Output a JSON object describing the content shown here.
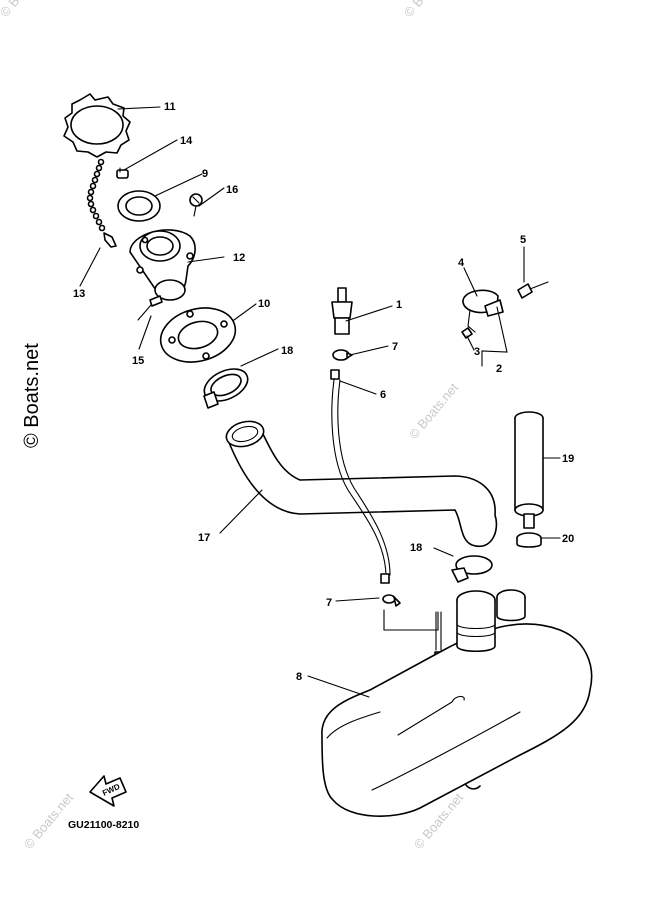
{
  "diagram_code": "GU21100-8210",
  "fwd_label": "FWD",
  "watermark": {
    "main": "© Boats.net",
    "faint": "© Boats.net"
  },
  "callouts": [
    {
      "id": "c1",
      "label": "1"
    },
    {
      "id": "c2",
      "label": "2"
    },
    {
      "id": "c3",
      "label": "3"
    },
    {
      "id": "c4",
      "label": "4"
    },
    {
      "id": "c5",
      "label": "5"
    },
    {
      "id": "c6",
      "label": "6"
    },
    {
      "id": "c7a",
      "label": "7"
    },
    {
      "id": "c7b",
      "label": "7"
    },
    {
      "id": "c8",
      "label": "8"
    },
    {
      "id": "c9",
      "label": "9"
    },
    {
      "id": "c10",
      "label": "10"
    },
    {
      "id": "c11",
      "label": "11"
    },
    {
      "id": "c12",
      "label": "12"
    },
    {
      "id": "c13",
      "label": "13"
    },
    {
      "id": "c14",
      "label": "14"
    },
    {
      "id": "c15",
      "label": "15"
    },
    {
      "id": "c16",
      "label": "16"
    },
    {
      "id": "c17",
      "label": "17"
    },
    {
      "id": "c18a",
      "label": "18"
    },
    {
      "id": "c18b",
      "label": "18"
    },
    {
      "id": "c19",
      "label": "19"
    },
    {
      "id": "c20",
      "label": "20"
    }
  ]
}
